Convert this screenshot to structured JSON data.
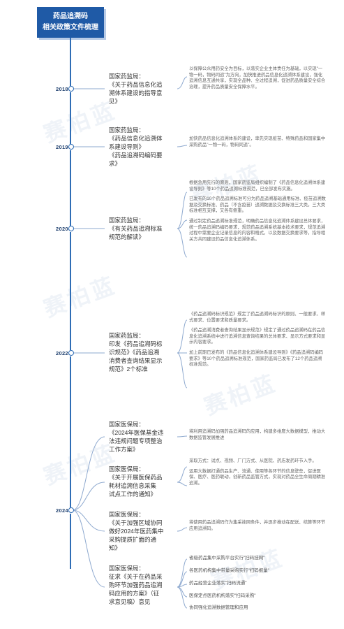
{
  "header": {
    "title_line1": "药品追溯码",
    "title_line2": "相关政策文件梳理"
  },
  "watermark": "赛柏蓝",
  "colors": {
    "accent": "#1f5aa6",
    "spine": "#2f6db5"
  },
  "years": [
    "2018年",
    "2019年",
    "2020年",
    "2022年",
    "2024年"
  ],
  "policies": [
    {
      "lines": [
        "国家药监局：",
        "《关于药品信息化追",
        "溯体系建设的指导意",
        "见》"
      ]
    },
    {
      "lines": [
        "国家药监局：",
        "《药品信息化追溯体",
        "系建设导则》",
        "《药品追溯码编码要",
        "求》"
      ]
    },
    {
      "lines": [
        "国家药监局：",
        "《有关药品追溯标准",
        "规范的解读》"
      ]
    },
    {
      "lines": [
        "国家药监局：",
        "印发《药品追溯码标",
        "识规范》《药品追溯",
        "消费者查询结果显示",
        "规范》2个标准"
      ]
    },
    {
      "lines": [
        "国家医保局：",
        "《2024年医保基金违",
        "法违规问题专项整治",
        "工作方案》"
      ]
    },
    {
      "lines": [
        "国家医保局：",
        "《关于开展医保药品",
        "耗材追溯信息采集",
        "试点工作的通知》"
      ]
    },
    {
      "lines": [
        "国家医保局：",
        "《关于加强区域协同",
        "做好2024年医药集中",
        "采购提质扩面的通",
        "知》"
      ]
    },
    {
      "lines": [
        "国家医保局：",
        "征求《关于在药品采",
        "购环节加强药品追溯",
        "码应用的方案》（征",
        "求意见稿）意见"
      ]
    }
  ],
  "details": [
    {
      "paras": [
        "以保障公众用药安全为目标，以落实企业主体责任为基础，以实现\"一物一码，物码同追\"为方向，加快推进药品信息化追溯体系建设，强化追溯信息互通共享，实现全品种、全过程追溯，促进药品质量安全综合治理，提升药品质量安全保障水平。"
      ]
    },
    {
      "paras": [
        "加快药品信息化追溯体系的建设，率先实现疫苗、特殊药品和国家集中采购药品\"一物一码，物码同追\"。"
      ]
    },
    {
      "paras": [
        "根据急用先行的原则，国家药监局组织编制了《药品信息化追溯体系建设导则》等10个药品追溯标准规范，已全部发布实施。",
        "已发布的10个药品追溯标准可分为药品追溯基础通用标准、疫苗追溯数据及交换标准、药品（不含疫苗）追溯数据及交换标准三大类。三大类标准相互支撑，又各有侧重。",
        "通过制定药品追溯标准规范，明确药品信息化追溯体系建设总体要求，统一药品追溯码编码要求，规范药品追溯系统基本技术要求，规范追溯过程中需要企业记录信息的内容和格式，以及数据交换要求等，指导相关方共同建设药品信息化追溯体系。"
      ]
    },
    {
      "paras": [
        "《药品追溯码标识规范》规定了药品追溯码标识的原则、一般要求、样式要求、位置要求和质量要求。",
        "《药品追溯消费者查询结果显示规范》规定了通过药品追溯码在药品信息化追溯系统中进行追溯信息查询结果的总体要求、显示方式要求和显示内容要求。",
        "加上前期已发布的《药品信息化追溯体系建设导则》《药品追溯码编码要求》等10个药品追溯标准规范，国家药监局已发布了12个药品追溯标准规范。"
      ]
    },
    {
      "paras": [
        "将利用追溯码加强药品追溯码的应用，构建多维度大数据模型，推动大数据监管发展推进"
      ]
    },
    {
      "paras": [
        "采取方式：试点、视频、厂门方式、从医院、药店发药环节入手。",
        "运用大数据打通药品生产、流通、使用等各环节的信息壁垒，促进医保、医疗、医药联动，创新药品监管方式，实现对药品全生命周期精准追溯。"
      ]
    },
    {
      "paras": [
        "将使用药品追溯码作为集采挂网条件，并逐步推动在配送、结算等环节应用追溯码。"
      ]
    }
  ],
  "items": [
    "省级药品集中采购平台实行\"扫码挂网\"",
    "各医药机构集中带量采购实行\"扫码报量\"",
    "药品经营企业落实\"扫码流通\"",
    "医保定点医药机构落实\"扫码采购\"",
    "协同强化追溯数据管理和应用"
  ]
}
